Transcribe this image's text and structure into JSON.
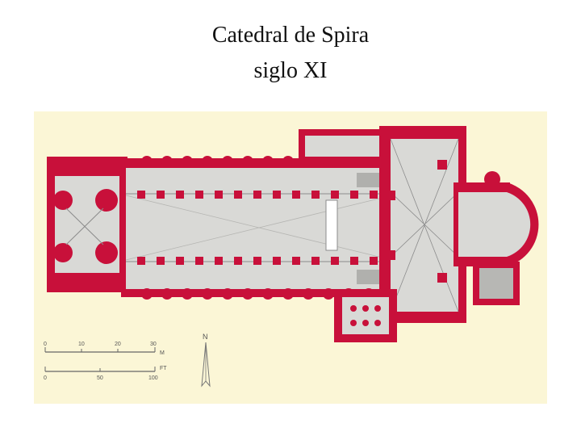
{
  "title": "Catedral de Spira",
  "subtitle": "siglo XI",
  "plan": {
    "colors": {
      "background": "#fbf6d6",
      "wall": "#c8103a",
      "floor": "#d9d9d6",
      "line": "#8c8c8c"
    },
    "compass": {
      "label": "N"
    },
    "scale_meters": {
      "ticks": [
        "0",
        "10",
        "20",
        "30"
      ],
      "unit": "M"
    },
    "scale_feet": {
      "ticks": [
        "0",
        "50",
        "100"
      ],
      "unit": "FT"
    }
  }
}
